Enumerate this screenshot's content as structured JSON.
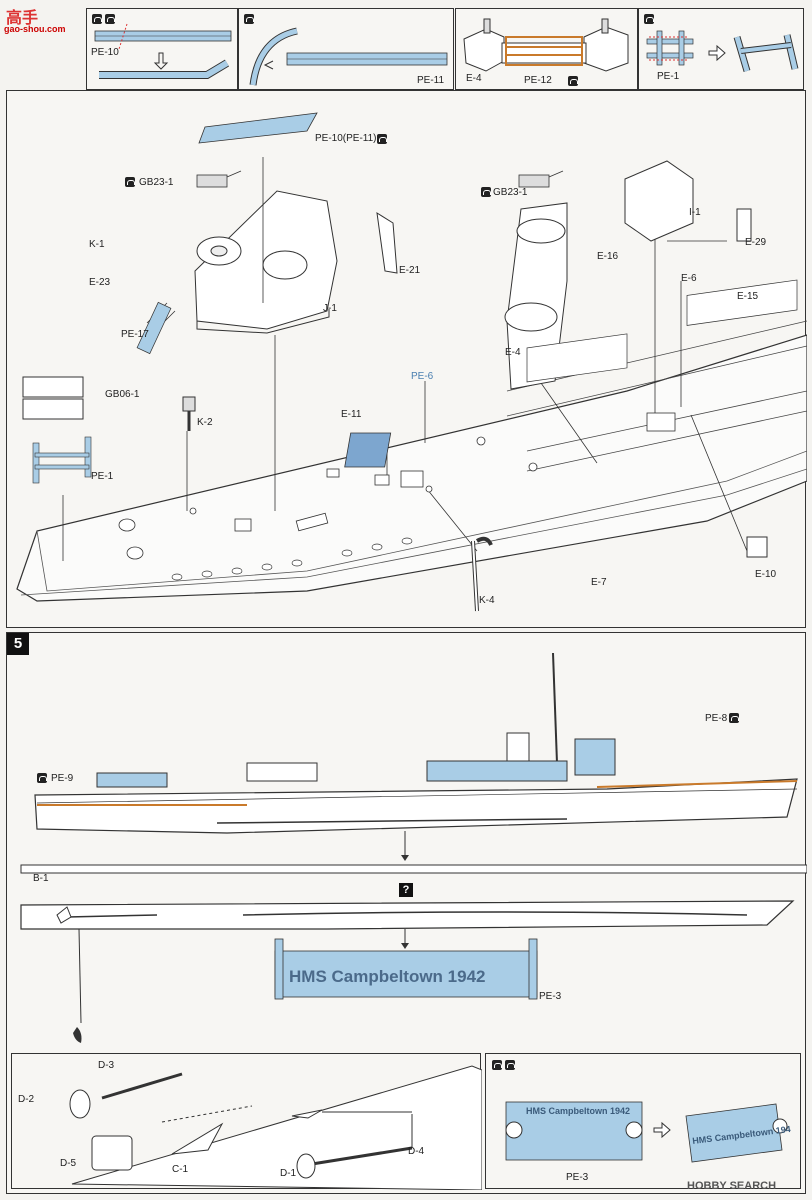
{
  "watermark": {
    "site": "gao-shou.com",
    "glyph": "高手",
    "brand": "HOBBY SEARCH"
  },
  "top_panels": {
    "p1": {
      "part": "PE-10"
    },
    "p2": {
      "part": "PE-11"
    },
    "p3": {
      "part_a": "E-4",
      "part_b": "PE-12"
    },
    "p4": {
      "part": "PE-1"
    }
  },
  "step4": {
    "labels": {
      "pe10_11": "PE-10(PE-11)",
      "gb23_left": "GB23-1",
      "gb23_right": "GB23-1",
      "k1": "K-1",
      "e23": "E-23",
      "pe17": "PE-17",
      "j1": "J-1",
      "e21": "E-21",
      "gb06": "GB06-1",
      "pe1": "PE-1",
      "k2": "K-2",
      "e11": "E-11",
      "pe6": "PE-6",
      "k4": "K-4",
      "e16": "E-16",
      "e4": "E-4",
      "i1": "I-1",
      "e29": "E-29",
      "e6": "E-6",
      "e15": "E-15",
      "e7": "E-7",
      "e10": "E-10"
    }
  },
  "step5": {
    "number": "5",
    "labels": {
      "pe9": "PE-9",
      "pe8": "PE-8",
      "b1": "B-1",
      "pe3": "PE-3",
      "d3": "D-3",
      "d2": "D-2",
      "d5": "D-5",
      "c1": "C-1",
      "d1": "D-1",
      "d4": "D-4",
      "pe3b": "PE-3"
    },
    "plate_text": "HMS Campbeltown 1942",
    "plate_text_small": "HMS Campbeltown 1942",
    "plate_text_bent": "HMS Campbeltown 194",
    "question_mark": "?"
  }
}
